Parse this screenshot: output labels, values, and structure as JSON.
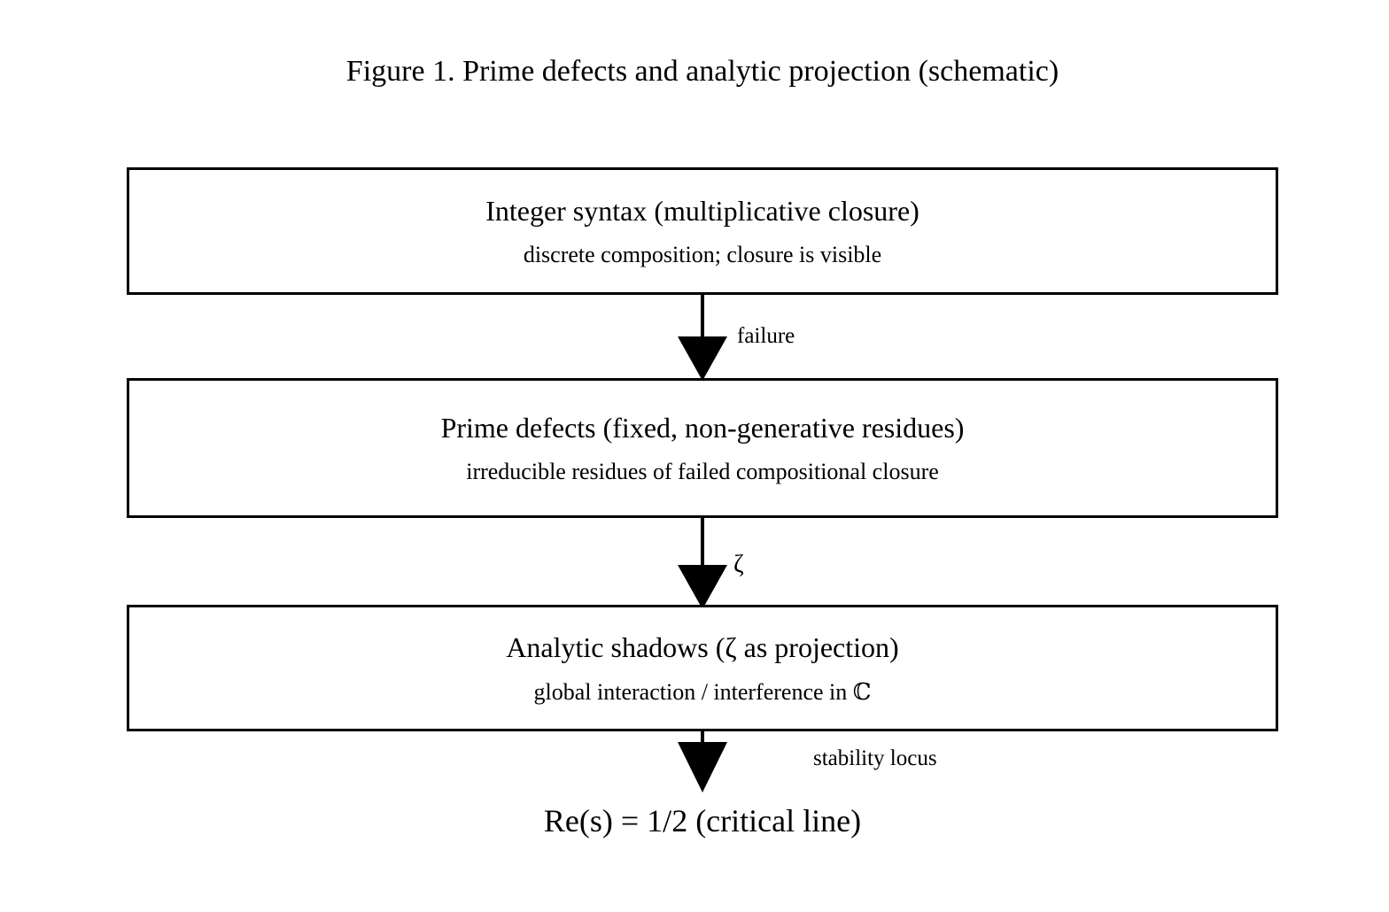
{
  "figure": {
    "title": "Figure 1. Prime defects and analytic projection (schematic)",
    "boxes": [
      {
        "id": "integer-syntax",
        "heading": "Integer syntax (multiplicative closure)",
        "subtitle": "discrete composition; closure is visible"
      },
      {
        "id": "prime-defects",
        "heading": "Prime defects (fixed, non-generative residues)",
        "subtitle": "irreducible residues of failed compositional closure"
      },
      {
        "id": "analytic-shadows",
        "heading": "Analytic shadows (ζ as projection)",
        "subtitle": "global interaction / interference in ℂ"
      }
    ],
    "arrows": [
      {
        "id": "failure",
        "label": "failure"
      },
      {
        "id": "zeta",
        "label": "ζ"
      },
      {
        "id": "stability-locus",
        "label": "stability locus"
      }
    ],
    "terminal": "Re(s) = 1/2 (critical line)",
    "colors": {
      "ink": "#000000",
      "background": "#ffffff"
    }
  }
}
